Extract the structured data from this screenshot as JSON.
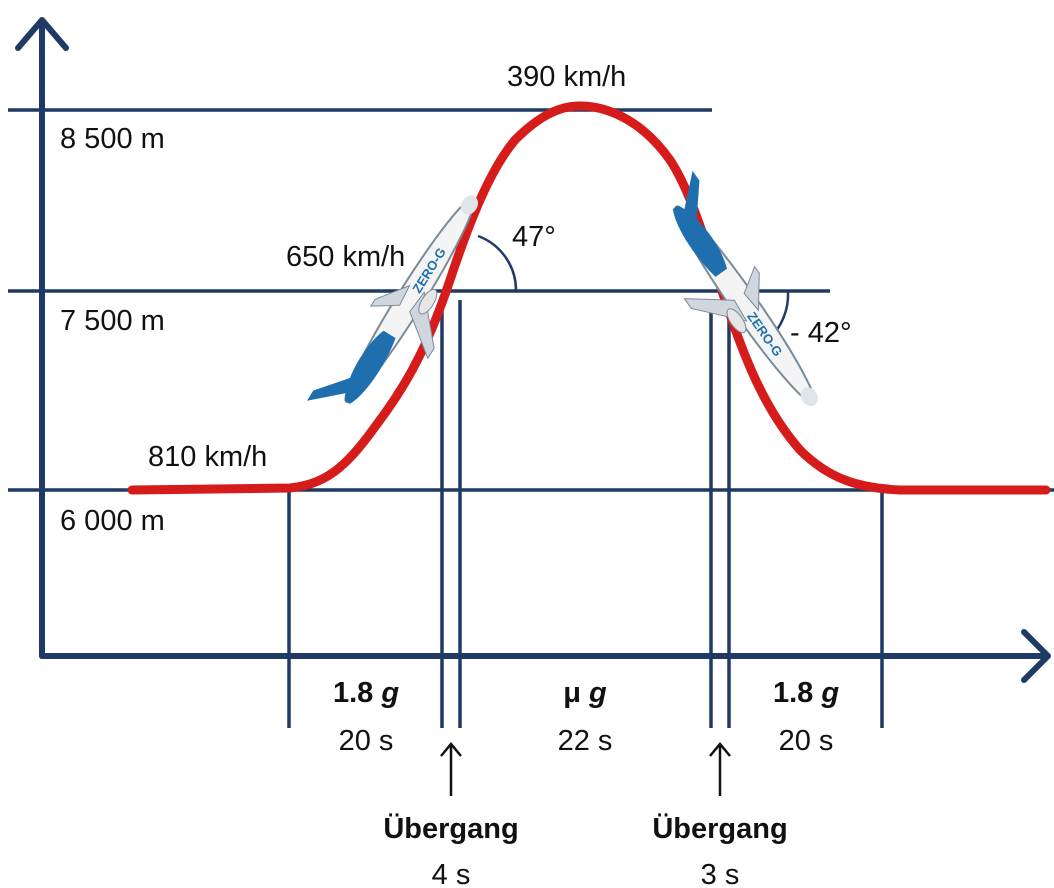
{
  "colors": {
    "axis": "#1f3a64",
    "curve": "#d61b1b",
    "text": "#111111",
    "plane_blue": "#1f6fae",
    "plane_body": "#f4f4f4"
  },
  "levels": [
    {
      "altitude": "8 500 m"
    },
    {
      "altitude": "7 500 m"
    },
    {
      "altitude": "6 000 m"
    }
  ],
  "speeds": {
    "cruise": "810 km/h",
    "pull_up": "650 km/h",
    "apex": "390 km/h"
  },
  "angles": {
    "climb": "47°",
    "descent": "- 42°"
  },
  "phases": [
    {
      "g": "1.8",
      "g_unit": "g",
      "duration": "20 s"
    },
    {
      "g": "μ",
      "g_unit": "g",
      "duration": "22 s"
    },
    {
      "g": "1.8",
      "g_unit": "g",
      "duration": "20 s"
    }
  ],
  "transitions": [
    {
      "label": "Übergang",
      "duration": "4 s"
    },
    {
      "label": "Übergang",
      "duration": "3 s"
    }
  ],
  "plane_livery": "ZERO-G",
  "icons": [
    "up-arrow-icon",
    "airplane-icon"
  ]
}
